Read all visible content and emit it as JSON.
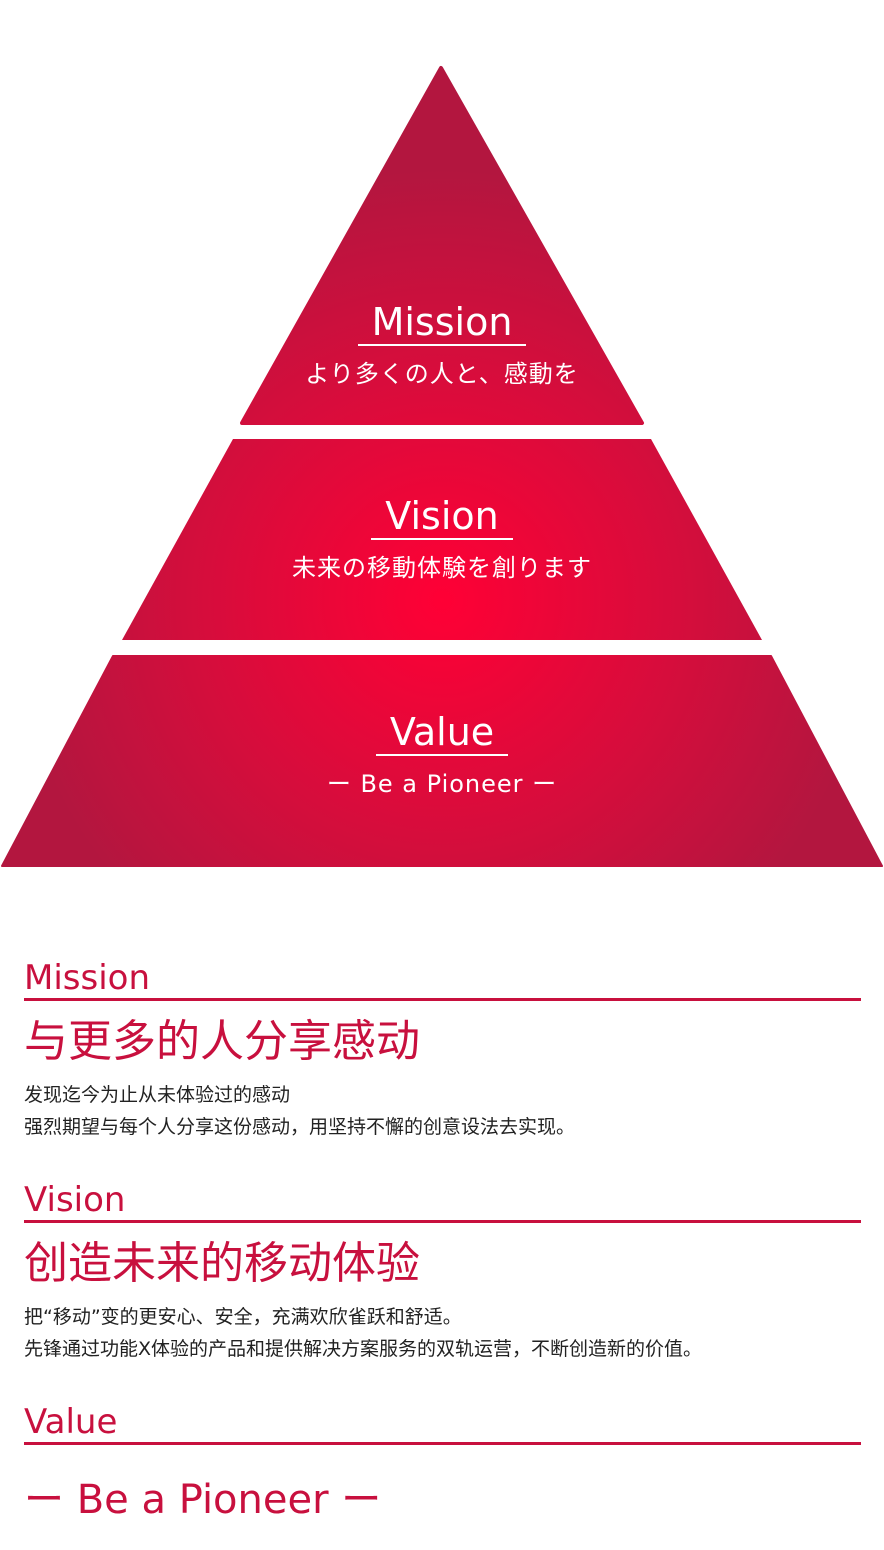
{
  "pyramid": {
    "mission": {
      "title": "Mission",
      "subtitle": "より多くの人と、感動を"
    },
    "vision": {
      "title": "Vision",
      "subtitle": "未来の移動体験を創ります"
    },
    "value": {
      "title": "Value",
      "subtitle": "ー Be a Pioneer ー"
    }
  },
  "sections": {
    "mission": {
      "heading": "Mission",
      "headline": "与更多的人分享感动",
      "lines": [
        "发现迄今为止从未体验过的感动",
        "强烈期望与每个人分享这份感动，用坚持不懈的创意设法去实现。"
      ]
    },
    "vision": {
      "heading": "Vision",
      "headline": "创造未来的移动体验",
      "lines": [
        "把“移动”变的更安心、安全，充满欢欣雀跃和舒适。",
        "先锋通过功能X体验的产品和提供解决方案服务的双轨运营，不断创造新的价值。"
      ]
    },
    "value": {
      "heading": "Value",
      "headline": "ー Be a Pioneer ー"
    }
  },
  "colors": {
    "accent": "#c8103e",
    "center": "#f0003a",
    "edge": "#b3163f"
  }
}
